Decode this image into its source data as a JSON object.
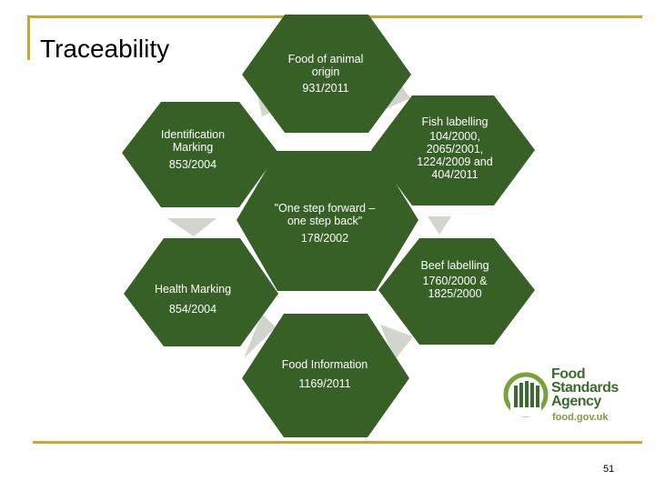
{
  "slide": {
    "title": "Traceability",
    "page_number": "51"
  },
  "colors": {
    "accent_line": "#c8a82c",
    "hex_fill": "#376027",
    "connector_fill": "#d2d5cd",
    "logo_green": "#3b6b2f",
    "logo_light_green": "#7aa23c"
  },
  "hexagons": {
    "center": {
      "lines": [
        "\"One step forward –",
        "one step back\"",
        "178/2002"
      ]
    },
    "top": {
      "lines": [
        "Food of animal",
        "origin",
        "931/2011"
      ]
    },
    "top_right": {
      "lines": [
        "Fish labelling",
        "104/2000,",
        "2065/2001,",
        "1224/2009 and",
        "404/2011"
      ]
    },
    "bottom_right": {
      "lines": [
        "Beef labelling",
        "1760/2000 &",
        "1825/2000"
      ]
    },
    "bottom": {
      "lines": [
        "Food Information",
        "1169/2011"
      ]
    },
    "bottom_left": {
      "lines": [
        "Health Marking",
        "854/2004"
      ]
    },
    "top_left": {
      "lines": [
        "Identification",
        "Marking",
        "853/2004"
      ]
    }
  },
  "logo": {
    "name_lines": [
      "Food",
      "Standards",
      "Agency"
    ],
    "url": "food.gov.uk"
  }
}
